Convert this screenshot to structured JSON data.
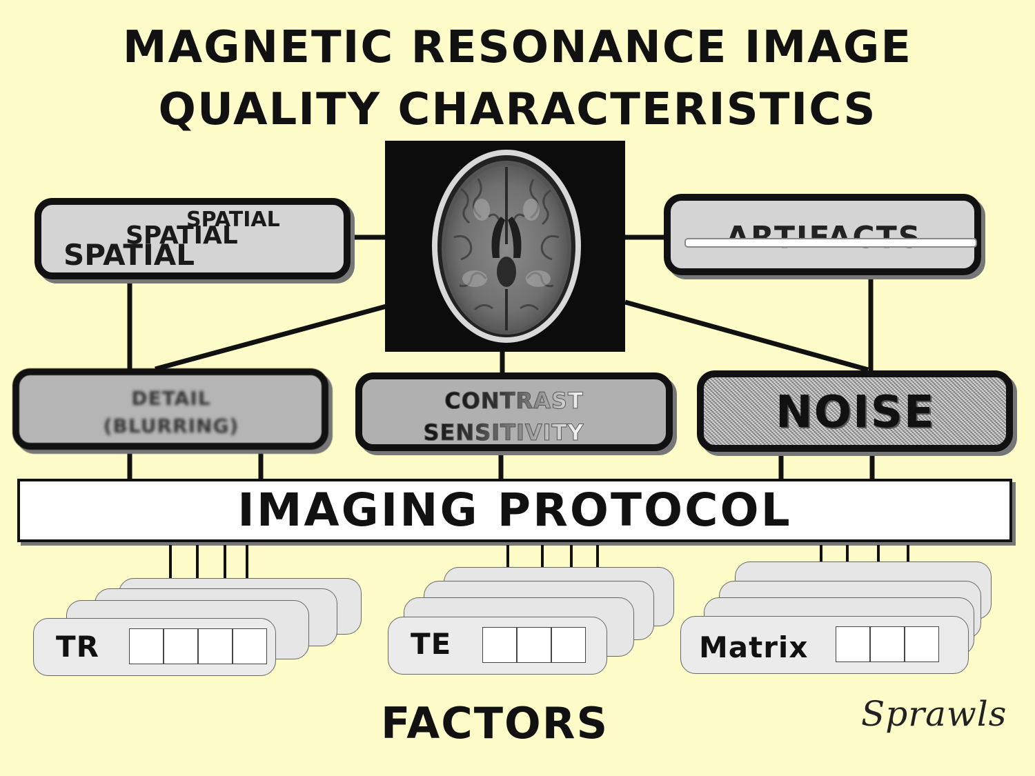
{
  "title": {
    "line1": "MAGNETIC RESONANCE IMAGE",
    "line2": "QUALITY CHARACTERISTICS"
  },
  "characteristics": {
    "spatial": [
      "SPATIAL",
      "SPATIAL",
      "SPATIAL"
    ],
    "artifacts": "ARTIFACTS",
    "detail": [
      "DETAIL",
      "(BLURRING)"
    ],
    "contrast": [
      "CONTRAST",
      "SENSITIVITY"
    ],
    "noise": "NOISE"
  },
  "protocol": "IMAGING PROTOCOL",
  "factor_groups": [
    {
      "label": "TR"
    },
    {
      "label": "TE"
    },
    {
      "label": "Matrix"
    }
  ],
  "footer": {
    "factors": "FACTORS",
    "signature": "Sprawls"
  },
  "colors": {
    "background": "#fefcc9",
    "box_fill": "#d4d4d4",
    "outline": "#111111"
  }
}
